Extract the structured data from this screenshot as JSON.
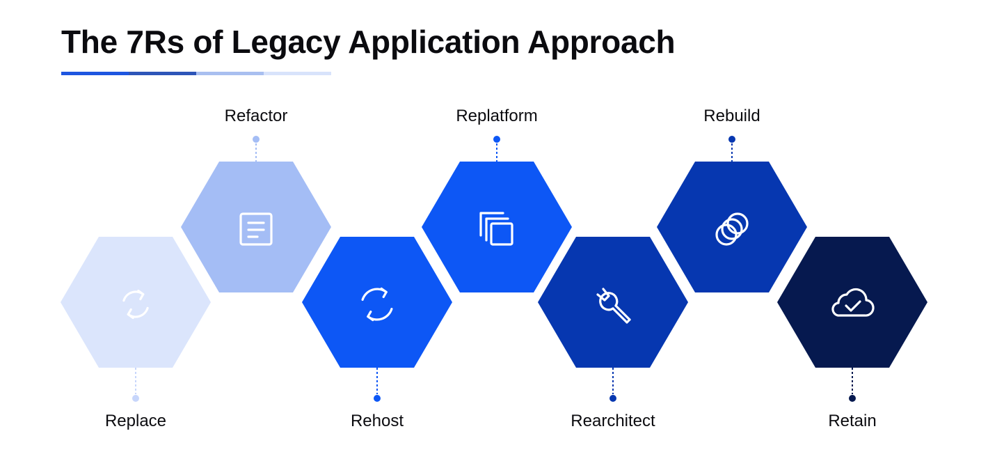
{
  "title": "The 7Rs of Legacy Application Approach",
  "colors": {
    "text": "#0b0b0f",
    "underline": [
      "#1e56e0",
      "#2d55b8",
      "#a9bff0",
      "#d8e3fb"
    ]
  },
  "approaches": [
    {
      "label": "Replace",
      "icon": "sync-icon",
      "fill": "#dbe5fc",
      "connector": "#c7d6fb",
      "label_side": "below",
      "row": "low"
    },
    {
      "label": "Refactor",
      "icon": "document-icon",
      "fill": "#a4bdf5",
      "connector": "#a4bdf5",
      "label_side": "above",
      "row": "high"
    },
    {
      "label": "Rehost",
      "icon": "refresh-icon",
      "fill": "#0d57f5",
      "connector": "#0d57f5",
      "label_side": "below",
      "row": "low"
    },
    {
      "label": "Replatform",
      "icon": "copy-icon",
      "fill": "#0d57f5",
      "connector": "#0d57f5",
      "label_side": "above",
      "row": "high"
    },
    {
      "label": "Rearchitect",
      "icon": "wrench-icon",
      "fill": "#0637b0",
      "connector": "#0637b0",
      "label_side": "below",
      "row": "low"
    },
    {
      "label": "Rebuild",
      "icon": "rings-icon",
      "fill": "#0637b0",
      "connector": "#0637b0",
      "label_side": "above",
      "row": "high"
    },
    {
      "label": "Retain",
      "icon": "cloud-check-icon",
      "fill": "#06194f",
      "connector": "#06194f",
      "label_side": "below",
      "row": "low"
    }
  ]
}
